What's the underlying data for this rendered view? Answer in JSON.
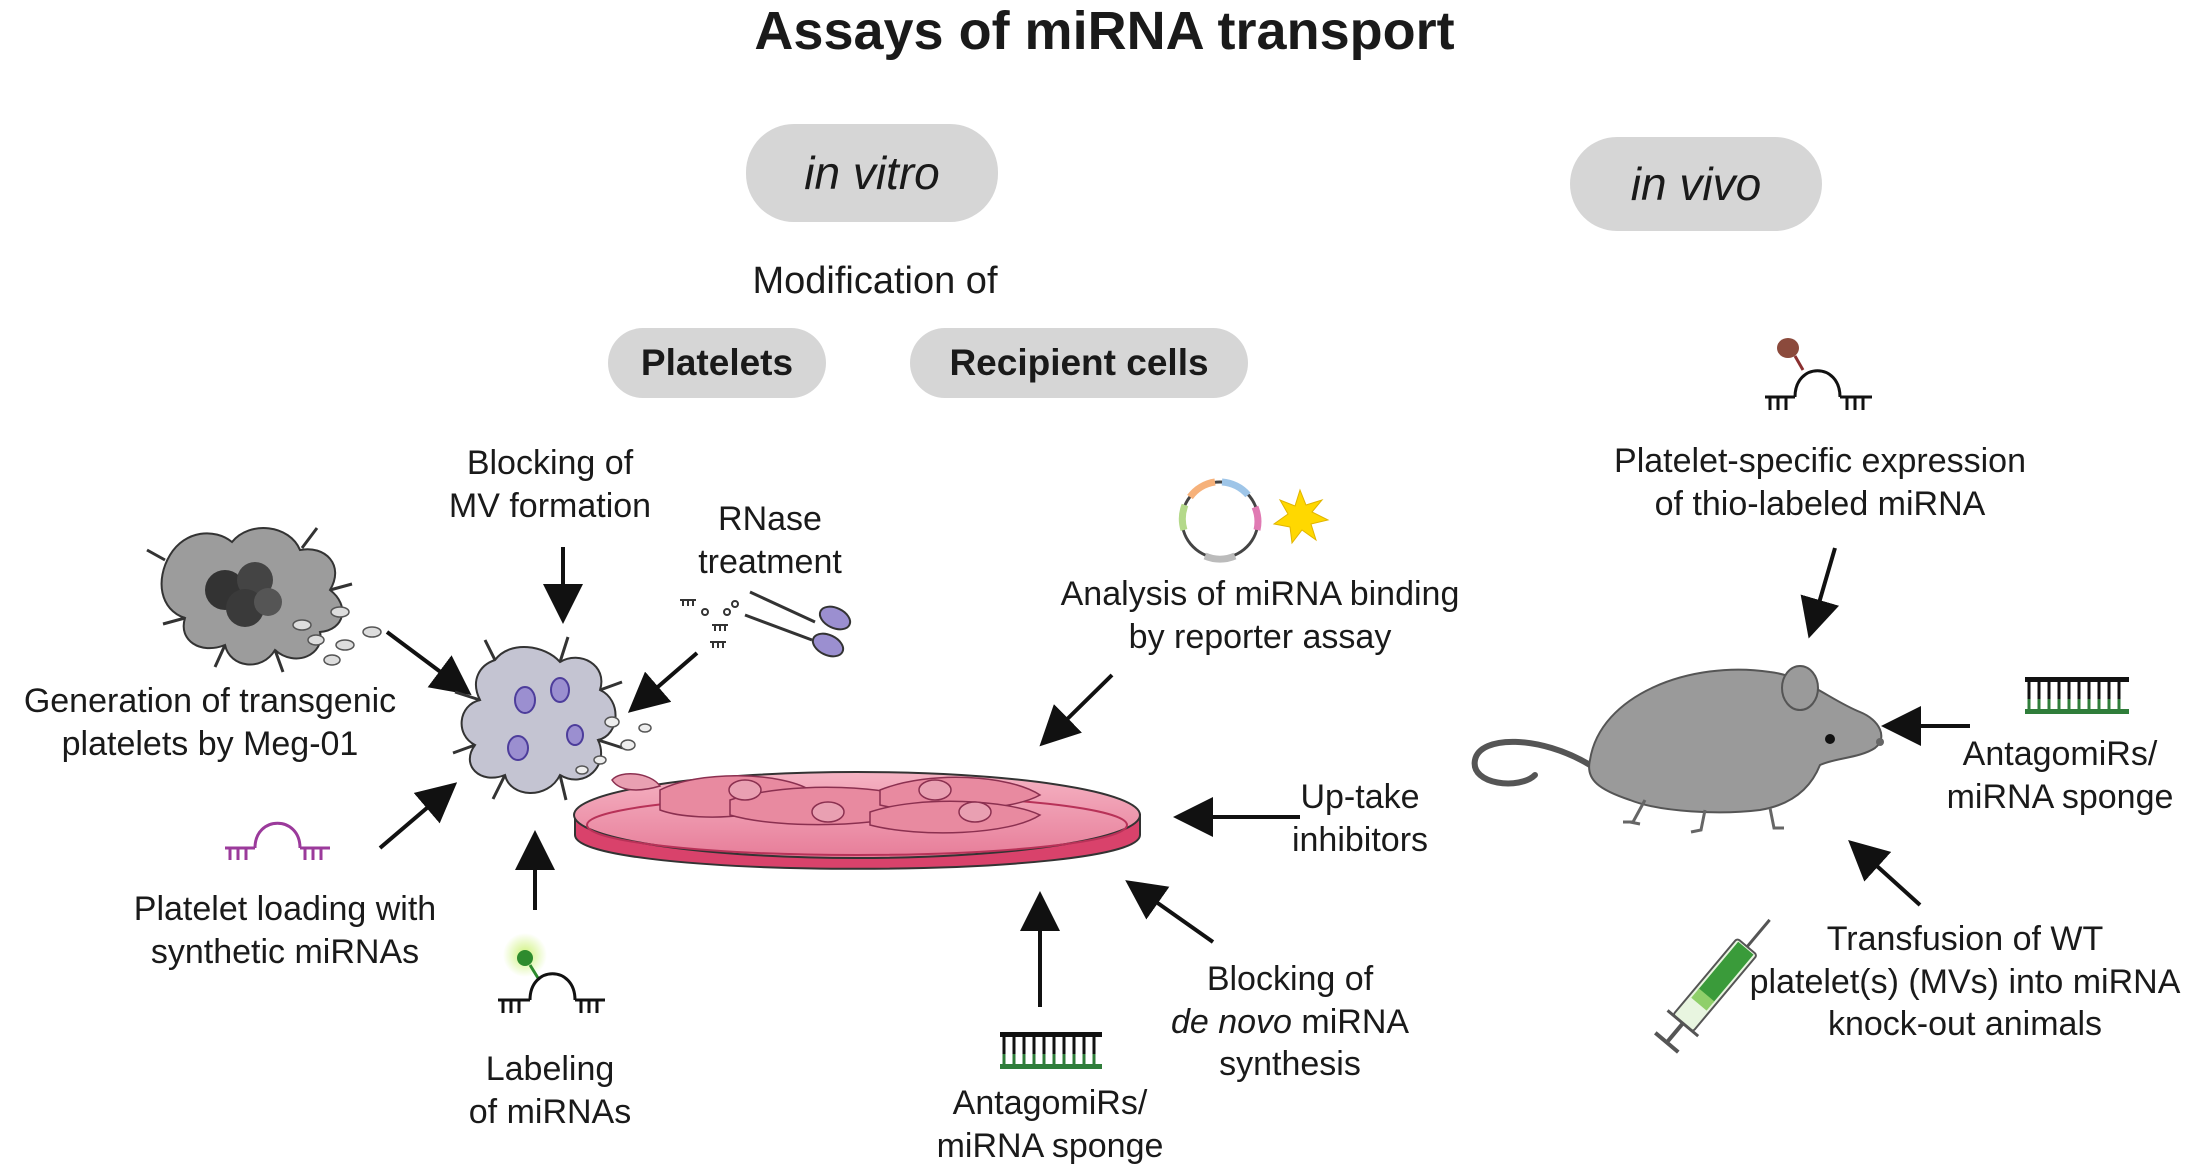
{
  "title": "Assays of miRNA transport",
  "sections": {
    "in_vitro": "in vitro",
    "in_vivo": "in vivo"
  },
  "modification": {
    "heading": "Modification of",
    "platelets": "Platelets",
    "recipient_cells": "Recipient cells"
  },
  "labels": {
    "blocking_mv": [
      "Blocking of",
      "MV formation"
    ],
    "rnase": [
      "RNase",
      "treatment"
    ],
    "transgenic": [
      "Generation of transgenic",
      "platelets by Meg-01"
    ],
    "loading": [
      "Platelet loading with",
      "synthetic miRNAs"
    ],
    "labeling": [
      "Labeling",
      "of miRNAs"
    ],
    "reporter": [
      "Analysis of miRNA binding",
      "by reporter assay"
    ],
    "uptake": [
      "Up-take",
      "inhibitors"
    ],
    "blocking_denovo": {
      "line1": "Blocking of",
      "line2_italic": "de novo",
      "line2_rest": " miRNA",
      "line3": "synthesis"
    },
    "antagomirs_vitro": [
      "AntagomiRs/",
      "miRNA sponge"
    ],
    "thio": [
      "Platelet-specific expression",
      "of thio-labeled miRNA"
    ],
    "antagomirs_vivo": [
      "AntagomiRs/",
      "miRNA sponge"
    ],
    "transfusion": [
      "Transfusion of WT",
      "platelet(s) (MVs) into miRNA",
      "knock-out animals"
    ]
  },
  "colors": {
    "pill": "#d6d6d6",
    "dish": "#d9426b",
    "dish_light": "#f08aa6",
    "mirna_purple": "#9b3a9b",
    "green_label": "#2e8b2e",
    "sponge_green": "#2f7d3a",
    "mouse": "#9a9a9a",
    "star": "#ffd800"
  }
}
